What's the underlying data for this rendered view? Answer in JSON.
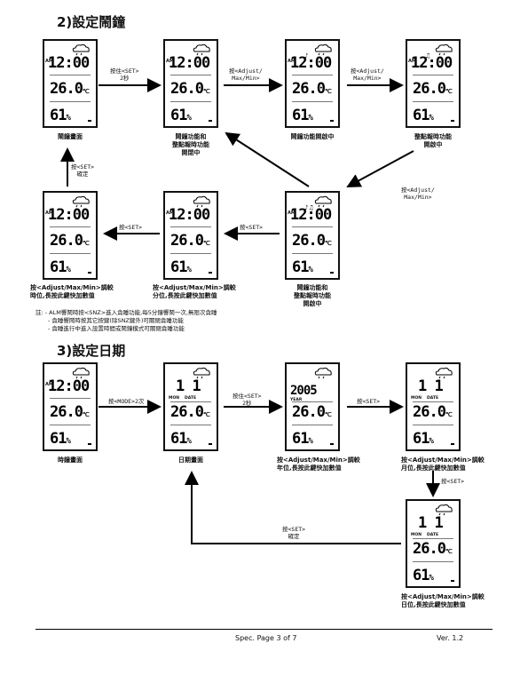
{
  "sections": {
    "alarm_title": "2)設定鬧鐘",
    "date_title": "3)設定日期"
  },
  "screens": {
    "a1": {
      "top": "12:00",
      "temp": "26.0",
      "unit": "℃",
      "hum": "61",
      "caption": "鬧鐘畫面"
    },
    "a2": {
      "top": "12:00",
      "temp": "26.0",
      "unit": "℃",
      "hum": "61",
      "caption_l1": "鬧鐘功能和",
      "caption_l2": "整點報時功能",
      "caption_l3": "開閉中"
    },
    "a3": {
      "top": "12:00",
      "temp": "26.0",
      "unit": "℃",
      "hum": "61",
      "caption": "鬧鐘功能開啟中"
    },
    "a4": {
      "top": "12:00",
      "temp": "26.0",
      "unit": "℃",
      "hum": "61",
      "caption_l1": "整點報時功能",
      "caption_l2": "開啟中"
    },
    "a5": {
      "top": "12:00",
      "temp": "26.0",
      "unit": "℃",
      "hum": "61",
      "caption_l1": "鬧鐘功能和",
      "caption_l2": "整點報時功能",
      "caption_l3": "開啟中"
    },
    "a6": {
      "top": "12:00",
      "temp": "26.0",
      "unit": "℃",
      "hum": "61",
      "caption_l1": "按<Adjust/Max/Min>調較",
      "caption_l2": "分位,長按此鍵快加數值"
    },
    "a7": {
      "top": "12:00",
      "temp": "26.0",
      "unit": "℃",
      "hum": "61",
      "caption_l1": "按<Adjust/Max/Min>調較",
      "caption_l2": "時位,長按此鍵快加數值"
    },
    "d1": {
      "top": "12:00",
      "temp": "26.0",
      "unit": "℃",
      "hum": "61",
      "caption": "時鐘畫面"
    },
    "d2": {
      "top": "1   1",
      "temp": "26.0",
      "unit": "℃",
      "hum": "61",
      "caption": "日期畫面",
      "lbl_a": "MON",
      "lbl_b": "DATE"
    },
    "d3": {
      "top": "2005",
      "temp": "26.0",
      "unit": "℃",
      "hum": "61",
      "caption_l1": "按<Adjust/Max/Min>調較",
      "caption_l2": "年位,長按此鍵快加數值",
      "lbl_a": "YEAR"
    },
    "d4": {
      "top": "1   1",
      "temp": "26.0",
      "unit": "℃",
      "hum": "61",
      "caption_l1": "按<Adjust/Max/Min>調較",
      "caption_l2": "月位,長按此鍵快加數值",
      "lbl_a": "MON",
      "lbl_b": "DATE"
    },
    "d5": {
      "top": "1   1",
      "temp": "26.0",
      "unit": "℃",
      "hum": "61",
      "caption_l1": "按<Adjust/Max/Min>調較",
      "caption_l2": "日位,長按此鍵快加數值",
      "lbl_a": "MON",
      "lbl_b": "DATE"
    }
  },
  "arrows": {
    "a1_a2_l1": "按住<SET>",
    "a1_a2_l2": "2秒",
    "a2_a3_l1": "按<Adjust/",
    "a2_a3_l2": "Max/Min>",
    "a3_a4_l1": "按<Adjust/",
    "a3_a4_l2": "Max/Min>",
    "a4_a5_l1": "按<Adjust/",
    "a4_a5_l2": "Max/Min>",
    "a5_a6": "按<SET>",
    "a6_a7": "按<SET>",
    "a7_a1_l1": "按<SET>",
    "a7_a1_l2": "確定",
    "d1_d2": "按<MODE>2次",
    "d2_d3_l1": "按住<SET>",
    "d2_d3_l2": "2秒",
    "d3_d4": "按<SET>",
    "d4_d5": "按<SET>",
    "d5_d2_l1": "按<SET>",
    "d5_d2_l2": "確定"
  },
  "notes": {
    "l1": "註: - ALM響鬧時按<SNZ>進入貪睡功能,每5分鐘響鬧一次,無限次貪睡",
    "l2": "- 貪睡響鬧時按其它按鍵(除SNZ鍵外)可關閉貪睡功能",
    "l3": "- 貪睡進行中進入設置時間或鬧鐘模式可關閉貪睡功能"
  },
  "footer": {
    "page": "Spec. Page 3 of 7",
    "version": "Ver. 1.2"
  },
  "icons": {
    "weather": "cloud-rain-icon"
  }
}
